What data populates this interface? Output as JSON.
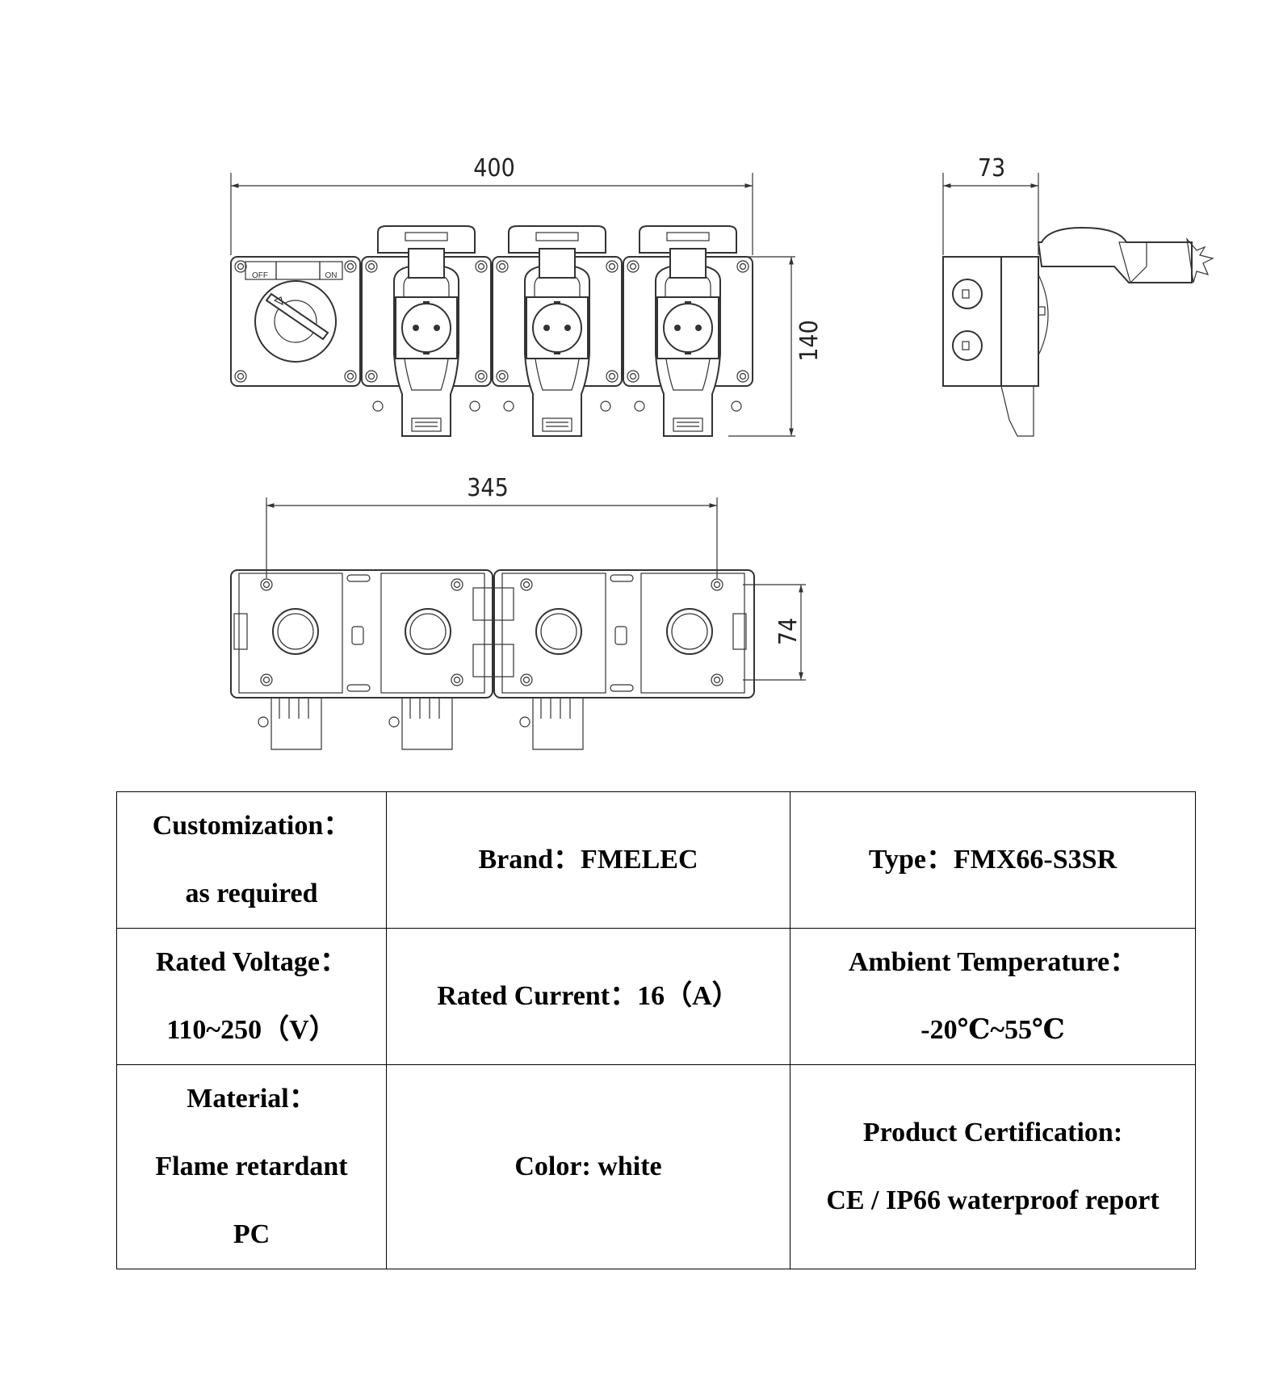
{
  "dimensions": {
    "front_width": "400",
    "front_height": "140",
    "side_depth": "73",
    "back_width": "345",
    "back_height": "74"
  },
  "switch_labels": {
    "off": "OFF",
    "on": "ON"
  },
  "specs": {
    "row1": {
      "customization": {
        "line1": "Customization：",
        "line2": "as required"
      },
      "brand": "Brand：FMELEC",
      "type": "Type：FMX66-S3SR"
    },
    "row2": {
      "voltage": {
        "line1": "Rated Voltage：",
        "line2": "110~250（V）"
      },
      "current": "Rated Current：16（A）",
      "temperature": {
        "line1": "Ambient Temperature：",
        "line2": "-20℃~55℃"
      }
    },
    "row3": {
      "material": {
        "line1": "Material：",
        "line2": "Flame retardant",
        "line3": "PC"
      },
      "color": "Color: white",
      "certification": {
        "line1": "Product Certification:",
        "line2": "CE / IP66 waterproof report"
      }
    }
  }
}
